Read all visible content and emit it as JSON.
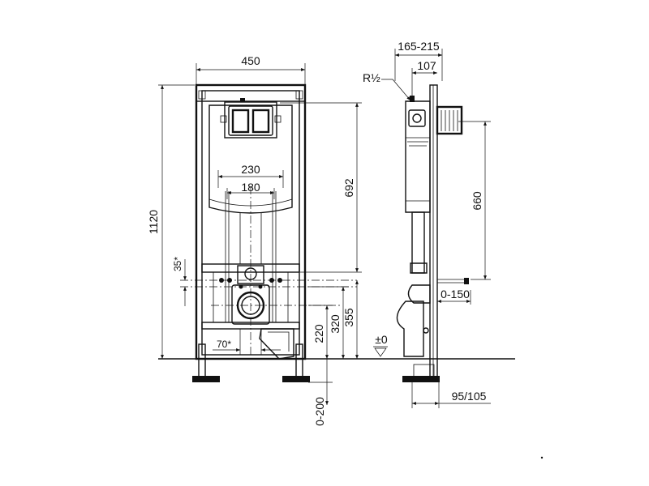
{
  "front_view": {
    "width_label": "450",
    "height_label": "1120",
    "flush_plate_width_label": "230",
    "flush_plate_inner_label": "180",
    "cistern_height_label": "692",
    "offset_label": "35*",
    "outlet_offset_label": "70*",
    "outlet_height_label": "220",
    "bolt_height_label": "320",
    "connector_height_label": "355",
    "leg_adjust_label": "0-200",
    "floor_level_label": "±0"
  },
  "side_view": {
    "depth_range_label": "165-215",
    "depth_label": "107",
    "thread_label": "R½",
    "pipe_height_label": "660",
    "wall_range_label": "0-150",
    "foot_depth_label": "95/105"
  }
}
